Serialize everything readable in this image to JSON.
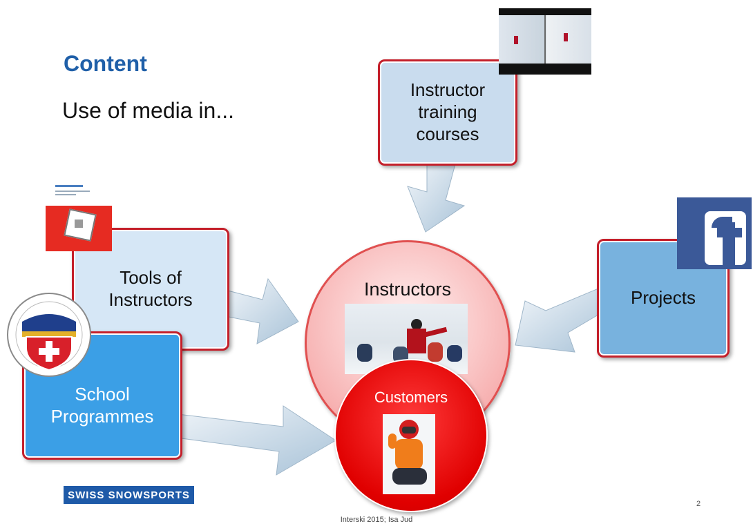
{
  "slide": {
    "title": "Content",
    "subtitle": "Use of media in...",
    "page_number": "2",
    "footer": "Interski 2015; Isa Jud",
    "logo_text": "SWISS SNOWSPORTS"
  },
  "nodes": {
    "training": "Instructor\ntraining\ncourses",
    "tools_line1": "Tools of",
    "tools_line2": "Instructors",
    "school_line1": "School",
    "school_line2": "Programmes",
    "projects": "Projects",
    "instructors": "Instructors",
    "customers": "Customers"
  },
  "icons": {
    "facebook": "facebook-icon",
    "ski_school_badge": "swiss-ski-school-badge",
    "cube_logo": "swiss-cube-logo"
  },
  "colors": {
    "title_blue": "#1f5fa8",
    "box_border_red": "#c41f2a",
    "customer_red": "#e00000",
    "facebook_blue": "#3b5998"
  }
}
